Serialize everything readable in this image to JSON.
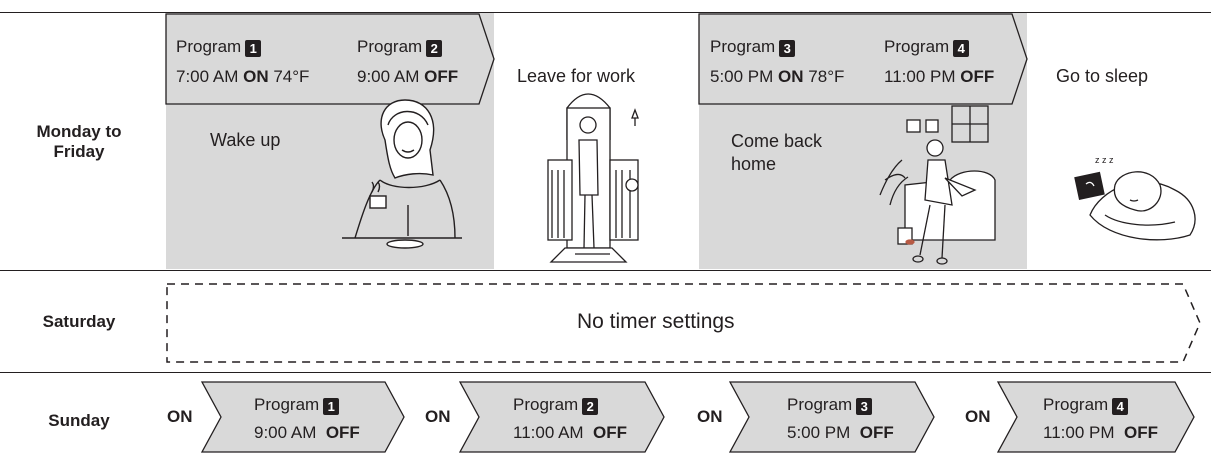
{
  "rows": {
    "weekday": "Monday to\nFriday",
    "saturday": "Saturday",
    "sunday": "Sunday"
  },
  "weekday": {
    "box1": {
      "p1_label": "Program",
      "p1_num": "1",
      "p1_time": "7:00 AM",
      "p1_state": "ON",
      "p1_temp": "74°F",
      "p2_label": "Program",
      "p2_num": "2",
      "p2_time": "9:00 AM",
      "p2_state": "OFF"
    },
    "box2": {
      "p3_label": "Program",
      "p3_num": "3",
      "p3_time": "5:00 PM",
      "p3_state": "ON",
      "p3_temp": "78°F",
      "p4_label": "Program",
      "p4_num": "4",
      "p4_time": "11:00 PM",
      "p4_state": "OFF"
    },
    "events": {
      "wake": "Wake up",
      "leave": "Leave for work",
      "come_back": "Come back\nhome",
      "sleep": "Go to sleep"
    }
  },
  "saturday": {
    "text": "No timer settings"
  },
  "sunday": {
    "programs": [
      {
        "on": "ON",
        "label": "Program",
        "num": "1",
        "time": "9:00 AM",
        "state": "OFF"
      },
      {
        "on": "ON",
        "label": "Program",
        "num": "2",
        "time": "11:00 AM",
        "state": "OFF"
      },
      {
        "on": "ON",
        "label": "Program",
        "num": "3",
        "time": "5:00 PM",
        "state": "OFF"
      },
      {
        "on": "ON",
        "label": "Program",
        "num": "4",
        "time": "11:00 PM",
        "state": "OFF"
      }
    ]
  },
  "colors": {
    "panel": "#d9d9d9",
    "ink": "#231f20",
    "arrow_fill": "#d9d9d9"
  },
  "illustrations": [
    "woman-coffee-illustration",
    "woman-door-illustration",
    "woman-sofa-illustration",
    "woman-sleeping-illustration"
  ]
}
